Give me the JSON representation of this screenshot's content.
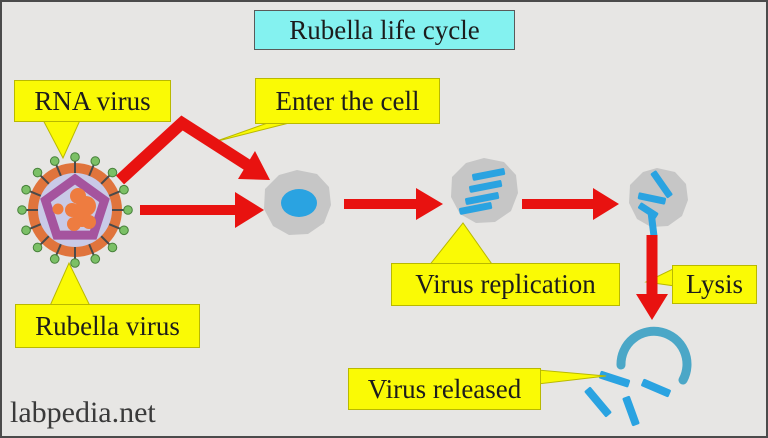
{
  "title": "Rubella life cycle",
  "callouts": {
    "rna_virus": "RNA virus",
    "enter_the_cell": "Enter the cell",
    "rubella_virus": "Rubella virus",
    "virus_replication": "Virus replication",
    "lysis": "Lysis",
    "virus_released": "Virus released"
  },
  "watermark": "labpedia.net",
  "colors": {
    "canvas-bg": "#e7e6e4",
    "frame-border": "#4b4b4b",
    "title-bg": "#84f2f0",
    "title-border": "#5a5a5a",
    "label-bg": "#fafa05",
    "label-border": "#b9b900",
    "text": "#1c1c1c",
    "arrow-red": "#e81210",
    "cell-gray": "#c6c6c6",
    "virus-blue": "#2aa3e1",
    "lysed-arc": "#4ba7c7",
    "virus-envelope-orange": "#e0743c",
    "virus-core-lavender": "#c9cae7",
    "capsid-purple": "#a5549e",
    "rna-orange": "#ee7c40",
    "spike-green": "#7bc066"
  }
}
